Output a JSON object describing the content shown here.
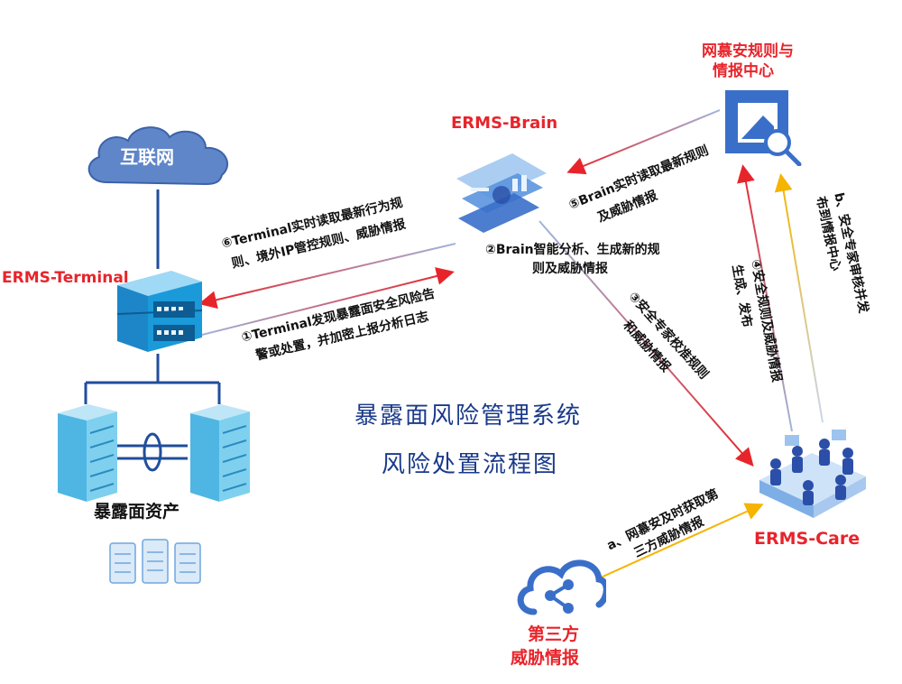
{
  "nodes": {
    "internet": "互联网",
    "terminal": "ERMS-Terminal",
    "brain": "ERMS-Brain",
    "intel_center_line1": "网慕安规则与",
    "intel_center_line2": "情报中心",
    "care": "ERMS-Care",
    "assets": "暴露面资产",
    "third_party_line1": "第三方",
    "third_party_line2": "威胁情报"
  },
  "title": {
    "line1": "暴露面风险管理系统",
    "line2": "风险处置流程图"
  },
  "steps": {
    "s1_line1": "①Terminal发现暴露面安全风险告",
    "s1_line2": "警或处置，并加密上报分析日志",
    "s2_line1": "②Brain智能分析、生成新的规",
    "s2_line2": "则及威胁情报",
    "s3_line1": "③安全专家校准规则",
    "s3_line2": "和威胁情报",
    "s4_line1": "④安全规则及威胁情报",
    "s4_line2": "生成、发布",
    "s5_line1": "⑤Brain实时读取最新规则",
    "s5_line2": "及威胁情报",
    "s6_line1": "⑥Terminal实时读取最新行为规",
    "s6_line2": "则、境外IP管控规则、威胁情报",
    "sa_line1": "a、网慕安及时获取第",
    "sa_line2": "三方威胁情报",
    "sb_line1": "b、安全专家审核并发",
    "sb_line2": "布到情报中心"
  },
  "colors": {
    "accent_red": "#e8242b",
    "title_blue": "#1a3a8a",
    "line_blue": "#1f4e9c",
    "arrow_yellow": "#f5b400"
  }
}
